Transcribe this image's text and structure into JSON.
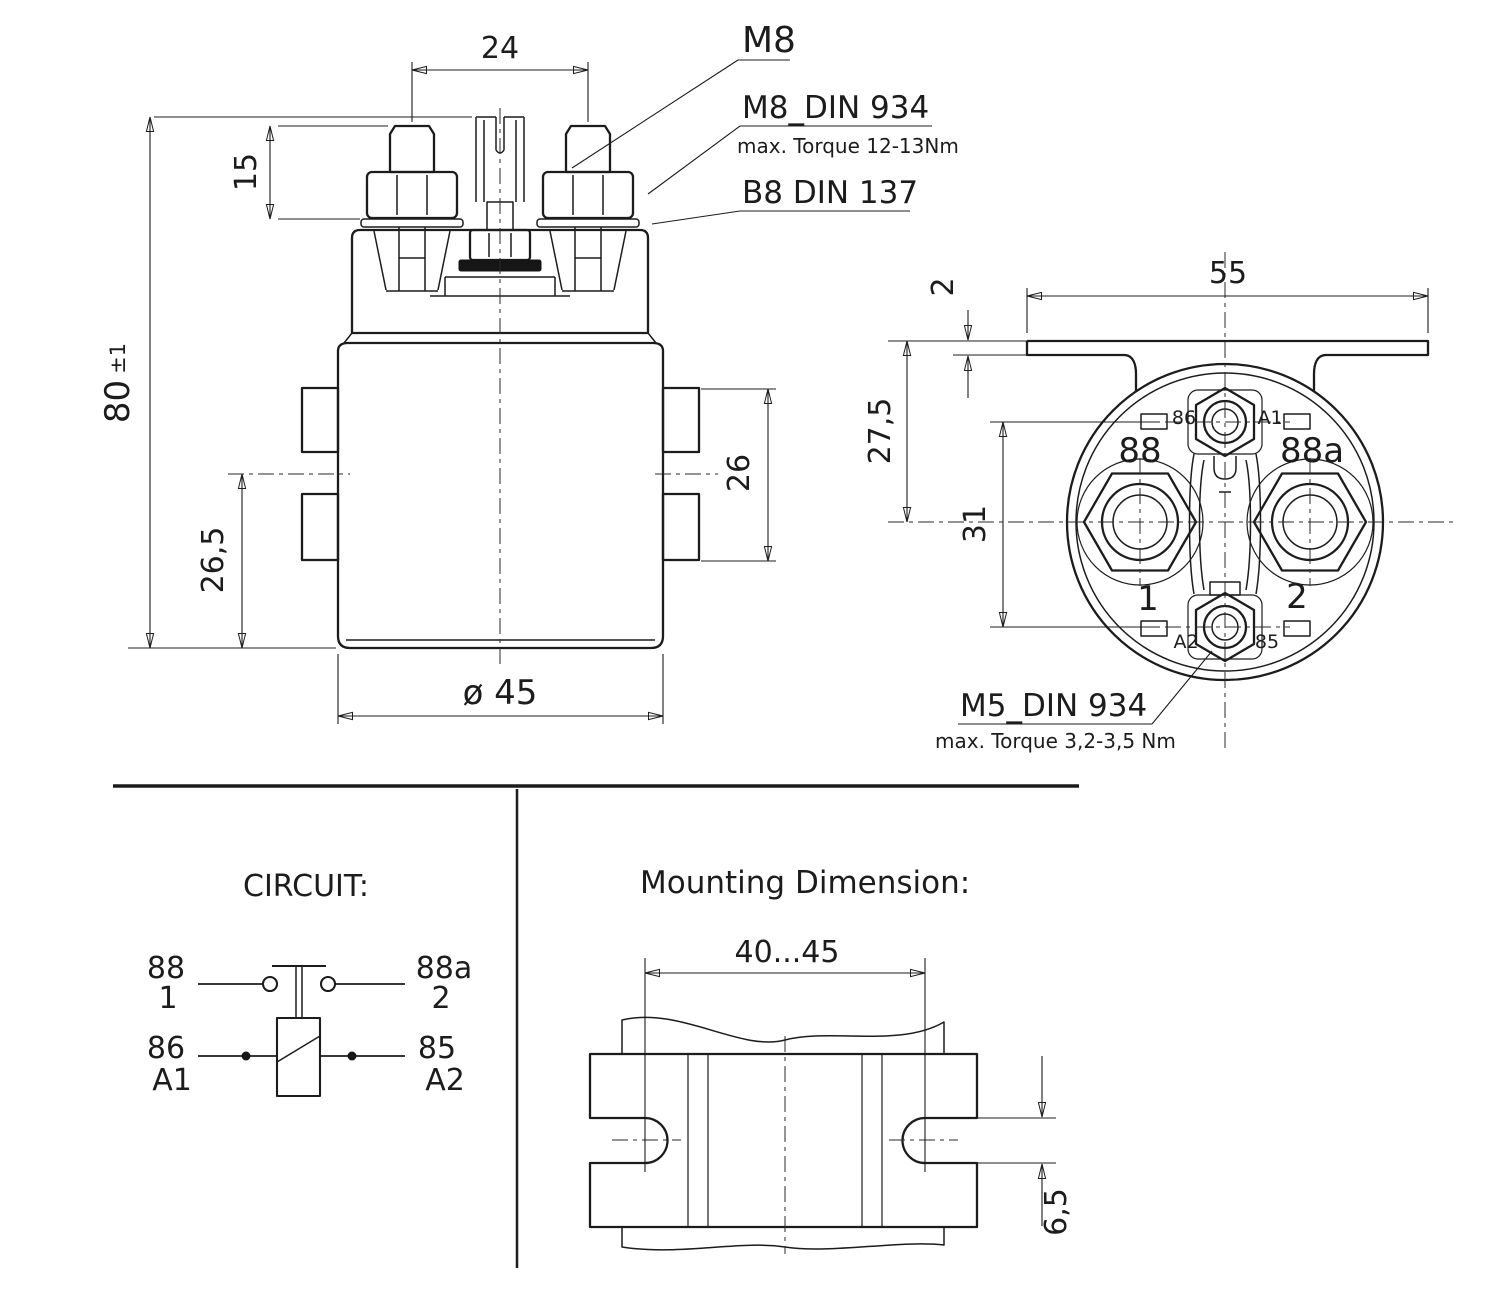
{
  "front_view": {
    "dimensions": {
      "stud_spacing": "24",
      "stud_height": "15",
      "total_height": "80",
      "height_tolerance": "±1",
      "lower_offset": "26,5",
      "tab_span": "26",
      "body_diameter": "ø 45"
    },
    "callouts": {
      "stud_thread": "M8",
      "stud_nut": "M8_DIN 934",
      "stud_nut_torque": "max. Torque 12-13Nm",
      "washer": "B8 DIN 137"
    }
  },
  "top_view": {
    "dimensions": {
      "bracket_width": "55",
      "bracket_thickness": "2",
      "center_offset": "27,5",
      "coil_terminal_spacing": "31"
    },
    "terminals": {
      "main_left": "88",
      "main_right": "88a",
      "main_left_no": "1",
      "main_right_no": "2",
      "coil_top_left": "86",
      "coil_top_right": "A1",
      "coil_bottom_left": "A2",
      "coil_bottom_right": "85"
    },
    "callouts": {
      "coil_nut": "M5_DIN 934",
      "coil_nut_torque": "max. Torque 3,2-3,5 Nm"
    }
  },
  "circuit": {
    "title": "CIRCUIT:",
    "labels": {
      "t88": "88",
      "t1": "1",
      "t88a": "88a",
      "t2": "2",
      "t86": "86",
      "ta1": "A1",
      "t85": "85",
      "ta2": "A2"
    }
  },
  "mounting": {
    "title": "Mounting Dimension:",
    "dimensions": {
      "hole_spacing": "40...45",
      "slot_width": "6,5"
    }
  }
}
